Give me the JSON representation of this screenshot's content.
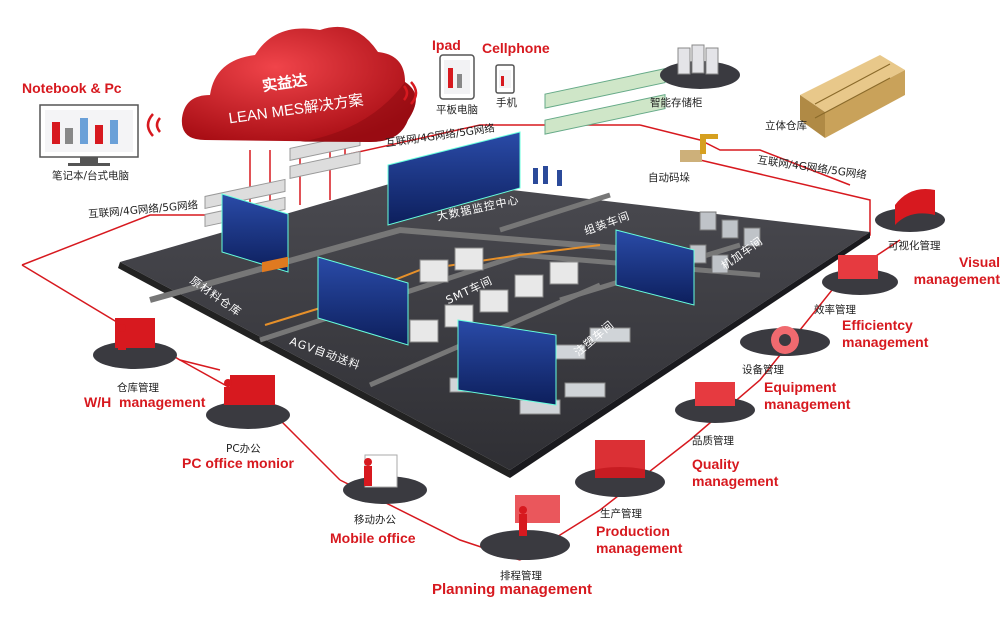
{
  "cloud": {
    "brand": "实益达",
    "title": "LEAN MES解决方案"
  },
  "devices": {
    "notebook": {
      "en": "Notebook & Pc",
      "cn": "笔记本/台式电脑"
    },
    "ipad": {
      "en": "Ipad",
      "cn": "平板电脑"
    },
    "cellphone": {
      "en": "Cellphone",
      "cn": "手机"
    },
    "smart_cabinet": {
      "cn": "智能存储柜"
    },
    "warehouse3d": {
      "cn": "立体仓库"
    },
    "palletizer": {
      "cn": "自动码垛"
    }
  },
  "network": {
    "left": "互联网/4G网络/5G网络",
    "top": "互联网/4G网络/5G网络",
    "right": "互联网/4G网络/5G网络"
  },
  "workshops": {
    "control_center": "大数据监控中心",
    "assembly": "组装车间",
    "raw_material": "原材料仓库",
    "smt": "SMT车间",
    "machining": "机加车间",
    "injection": "注塑车间",
    "agv": "AGV自动送料"
  },
  "modules": [
    {
      "key": "visual",
      "cn": "可视化管理",
      "en": "Visual management"
    },
    {
      "key": "efficiency",
      "cn": "效率管理",
      "en": "Efficientcy management"
    },
    {
      "key": "equipment",
      "cn": "设备管理",
      "en": "Equipment management"
    },
    {
      "key": "quality",
      "cn": "品质管理",
      "en": "Quality management"
    },
    {
      "key": "production",
      "cn": "生产管理",
      "en": "Production management"
    },
    {
      "key": "planning",
      "cn": "排程管理",
      "en": "Planning management"
    },
    {
      "key": "mobile",
      "cn": "移动办公",
      "en": "Mobile office"
    },
    {
      "key": "pcoffice",
      "cn": "PC办公",
      "en": "PC office monior"
    },
    {
      "key": "warehouse",
      "cn": "仓库管理",
      "en": "W/H  management"
    }
  ],
  "colors": {
    "accent": "#d7191f",
    "floor": "#3b3b3f",
    "screen": "#1e3a8a"
  }
}
